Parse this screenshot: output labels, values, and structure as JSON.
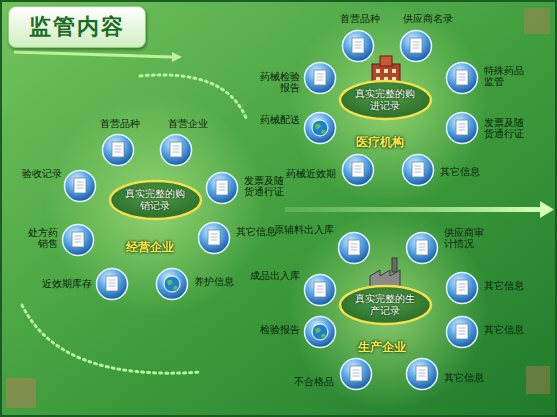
{
  "diagram": {
    "title": "监管内容",
    "nodes": [
      {
        "text": [
          "真实完整的购销记录",
          "经营企业"
        ]
      },
      {
        "text": [
          "首营品种"
        ]
      },
      {
        "text": [
          "首营企业"
        ]
      },
      {
        "text": [
          "发票及随货通行证"
        ]
      },
      {
        "text": [
          "其它信息"
        ]
      },
      {
        "text": [
          "养护信息"
        ]
      },
      {
        "text": [
          "近效期库存"
        ]
      },
      {
        "text": [
          "处方药销售"
        ]
      },
      {
        "text": [
          "验收记录"
        ]
      },
      {
        "text": [
          "真实完整的购进记录",
          "医疗机构"
        ]
      },
      {
        "text": [
          "首营品种"
        ]
      },
      {
        "text": [
          "供应商名录"
        ]
      },
      {
        "text": [
          "特殊药品监管"
        ]
      },
      {
        "text": [
          "发票及随货通行证"
        ]
      },
      {
        "text": [
          "其它信息"
        ]
      },
      {
        "text": [
          "药械近效期"
        ]
      },
      {
        "text": [
          "药械配送"
        ]
      },
      {
        "text": [
          "药械检验报告"
        ]
      },
      {
        "text": [
          "真实完整的生产记录",
          "生产企业"
        ]
      },
      {
        "text": [
          "原辅料出入库"
        ]
      },
      {
        "text": [
          "供应商审计情况"
        ]
      },
      {
        "text": [
          "其它信息"
        ]
      },
      {
        "text": [
          "其它信息"
        ]
      },
      {
        "text": [
          "其它信息"
        ]
      },
      {
        "text": [
          "不合格品"
        ]
      },
      {
        "text": [
          "检验报告"
        ]
      },
      {
        "text": [
          "成品出入库"
        ]
      }
    ]
  }
}
